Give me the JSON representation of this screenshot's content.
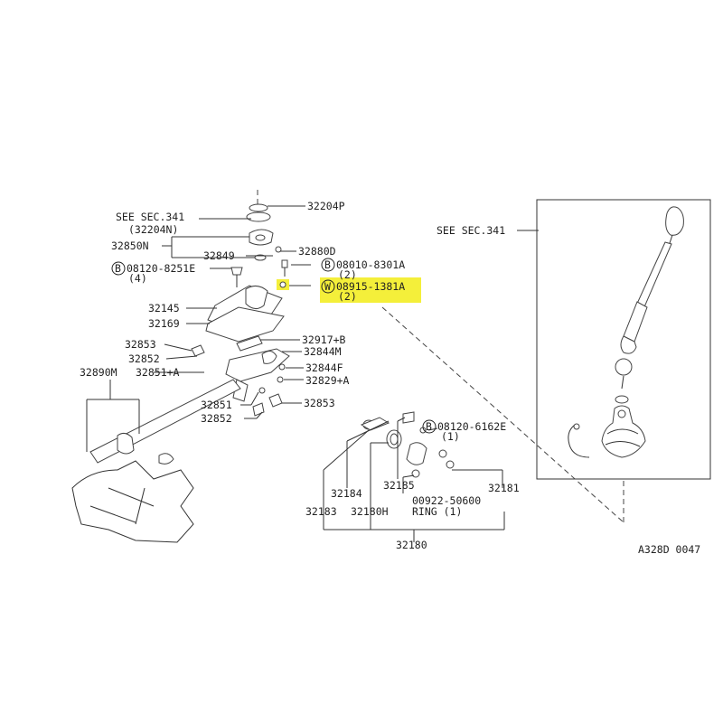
{
  "labels": {
    "see_sec_left": "SEE SEC.341",
    "see_sec_left_sub": "(32204N)",
    "p32204P": "32204P",
    "p32850N": "32850N",
    "p32849": "32849",
    "p32880D": "32880D",
    "p08120_8251E": "08120-8251E",
    "qty_4": "(4)",
    "p08010_8301A": "08010-8301A",
    "qty_2a": "(2)",
    "p08915_1381A": "08915-1381A",
    "qty_2b": "(2)",
    "p32145": "32145",
    "p32169": "32169",
    "p32853a": "32853",
    "p32917B": "32917+B",
    "p32852a": "32852",
    "p32844M": "32844M",
    "p32890M": "32890M",
    "p32851A": "32851+A",
    "p32844F": "32844F",
    "p32829A": "32829+A",
    "p32851": "32851",
    "p32853b": "32853",
    "p32852b": "32852",
    "see_sec_right": "SEE SEC.341",
    "p08120_6162E": "08120-6162E",
    "qty_1": "(1)",
    "p32184": "32184",
    "p32185": "32185",
    "p32181": "32181",
    "p32183": "32183",
    "p32180H": "32180H",
    "p00922_50600": "00922-50600",
    "ring": "RING (1)",
    "p32180": "32180",
    "figure_code": "A328D 0047"
  },
  "symbols": {
    "bolt": "B",
    "washer": "W"
  },
  "highlight_color": "#f4ef3a"
}
